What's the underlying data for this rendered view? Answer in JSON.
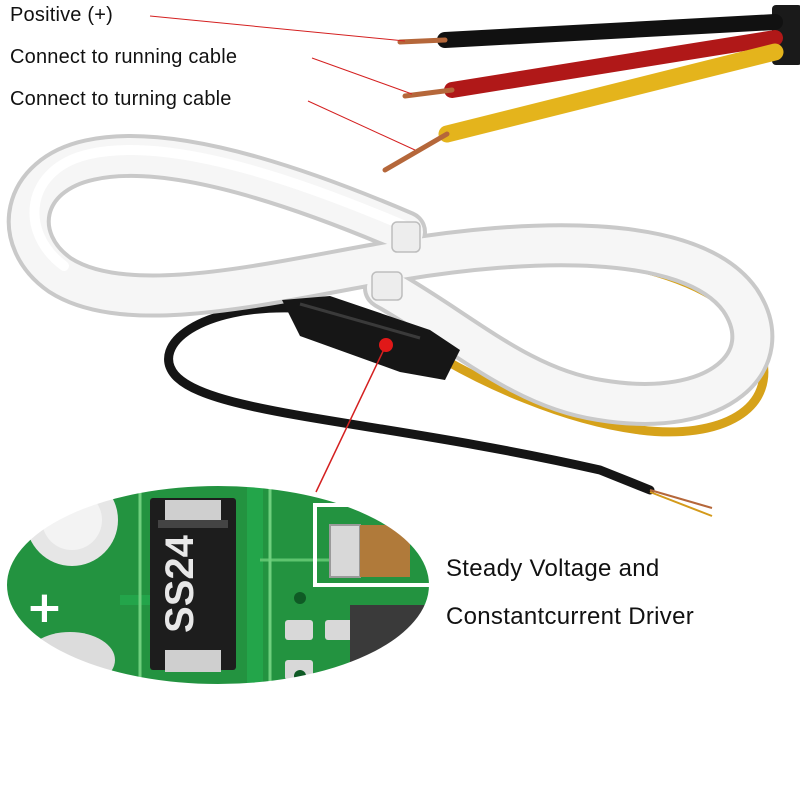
{
  "labels": {
    "positive": "Positive (+)",
    "running": "Connect to running cable",
    "turning": "Connect to turning cable",
    "driver_line1": "Steady Voltage and",
    "driver_line2": "Constantcurrent Driver"
  },
  "pcb": {
    "chip_marking": "SS24",
    "polarity_mark": "+"
  },
  "colors": {
    "wire_positive": "#111111",
    "wire_running": "#b01818",
    "wire_turning": "#e4b41c",
    "strip": "#f4f4f4",
    "pcb": "#1f8c3c",
    "pointer": "#d42020"
  }
}
